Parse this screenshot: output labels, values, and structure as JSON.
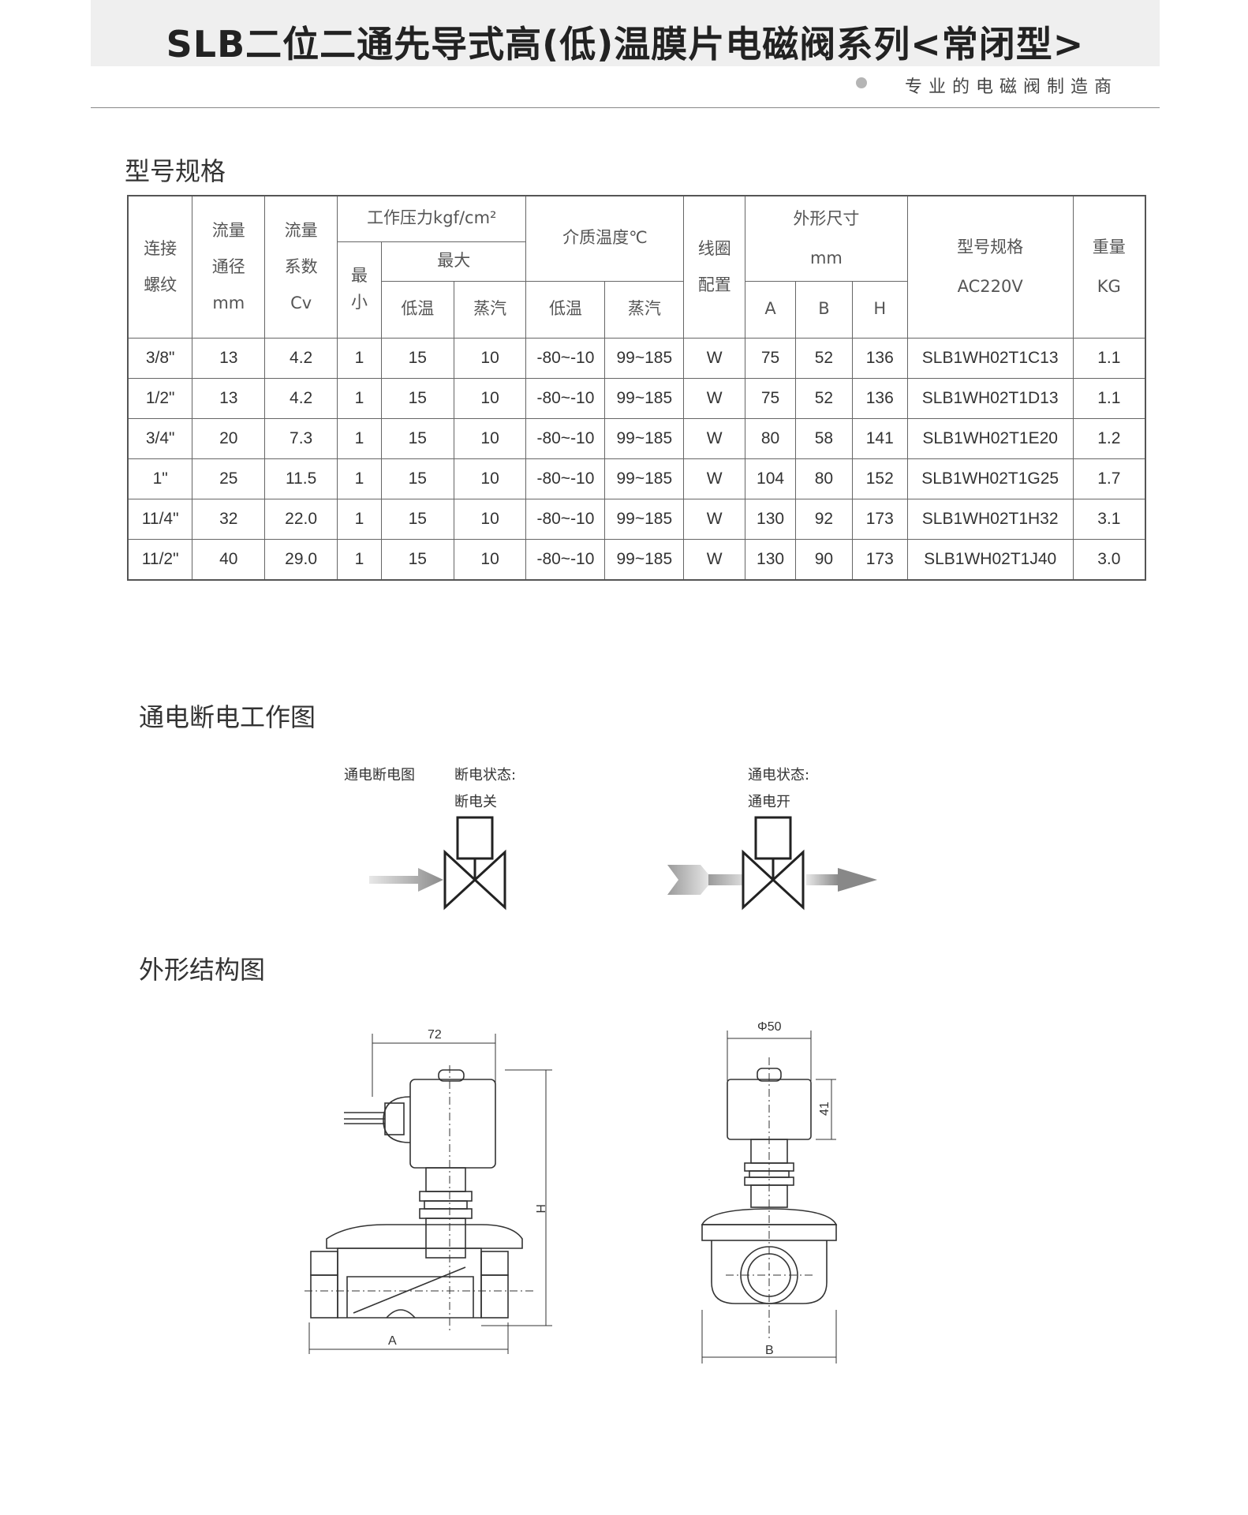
{
  "header": {
    "title": "SLB二位二通先导式高(低)温膜片电磁阀系列<常闭型>",
    "slogan": "专业的电磁阀制造商"
  },
  "spec_section": {
    "title": "型号规格",
    "headers": {
      "thread": "连接\n螺纹",
      "flow_dia": "流量\n通径\nmm",
      "flow_cv": "流量\n系数\nCv",
      "pressure": "工作压力kgf/cm²",
      "min": "最\n小",
      "max": "最大",
      "max_low": "低温",
      "max_steam": "蒸汽",
      "temp": "介质温度℃",
      "temp_low": "低温",
      "temp_steam": "蒸汽",
      "coil": "线圈\n配置",
      "dims": "外形尺寸\nmm",
      "dim_a": "A",
      "dim_b": "B",
      "dim_h": "H",
      "model": "型号规格\nAC220V",
      "weight": "重量\nKG"
    },
    "rows": [
      [
        "3/8\"",
        "13",
        "4.2",
        "1",
        "15",
        "10",
        "-80~-10",
        "99~185",
        "W",
        "75",
        "52",
        "136",
        "SLB1WH02T1C13",
        "1.1"
      ],
      [
        "1/2\"",
        "13",
        "4.2",
        "1",
        "15",
        "10",
        "-80~-10",
        "99~185",
        "W",
        "75",
        "52",
        "136",
        "SLB1WH02T1D13",
        "1.1"
      ],
      [
        "3/4\"",
        "20",
        "7.3",
        "1",
        "15",
        "10",
        "-80~-10",
        "99~185",
        "W",
        "80",
        "58",
        "141",
        "SLB1WH02T1E20",
        "1.2"
      ],
      [
        "1\"",
        "25",
        "11.5",
        "1",
        "15",
        "10",
        "-80~-10",
        "99~185",
        "W",
        "104",
        "80",
        "152",
        "SLB1WH02T1G25",
        "1.7"
      ],
      [
        "11/4\"",
        "32",
        "22.0",
        "1",
        "15",
        "10",
        "-80~-10",
        "99~185",
        "W",
        "130",
        "92",
        "173",
        "SLB1WH02T1H32",
        "3.1"
      ],
      [
        "11/2\"",
        "40",
        "29.0",
        "1",
        "15",
        "10",
        "-80~-10",
        "99~185",
        "W",
        "130",
        "90",
        "173",
        "SLB1WH02T1J40",
        "3.0"
      ]
    ]
  },
  "working_section": {
    "title": "通电断电工作图",
    "label_chart": "通电断电图",
    "off_state_label": "断电状态:",
    "off_state_value": "断电关",
    "on_state_label": "通电状态:",
    "on_state_value": "通电开"
  },
  "structure_section": {
    "title": "外形结构图",
    "dim_width": "72",
    "dim_diameter": "Φ50",
    "dim_coil_height": "41",
    "dim_h": "H",
    "dim_a": "A",
    "dim_b": "B"
  }
}
